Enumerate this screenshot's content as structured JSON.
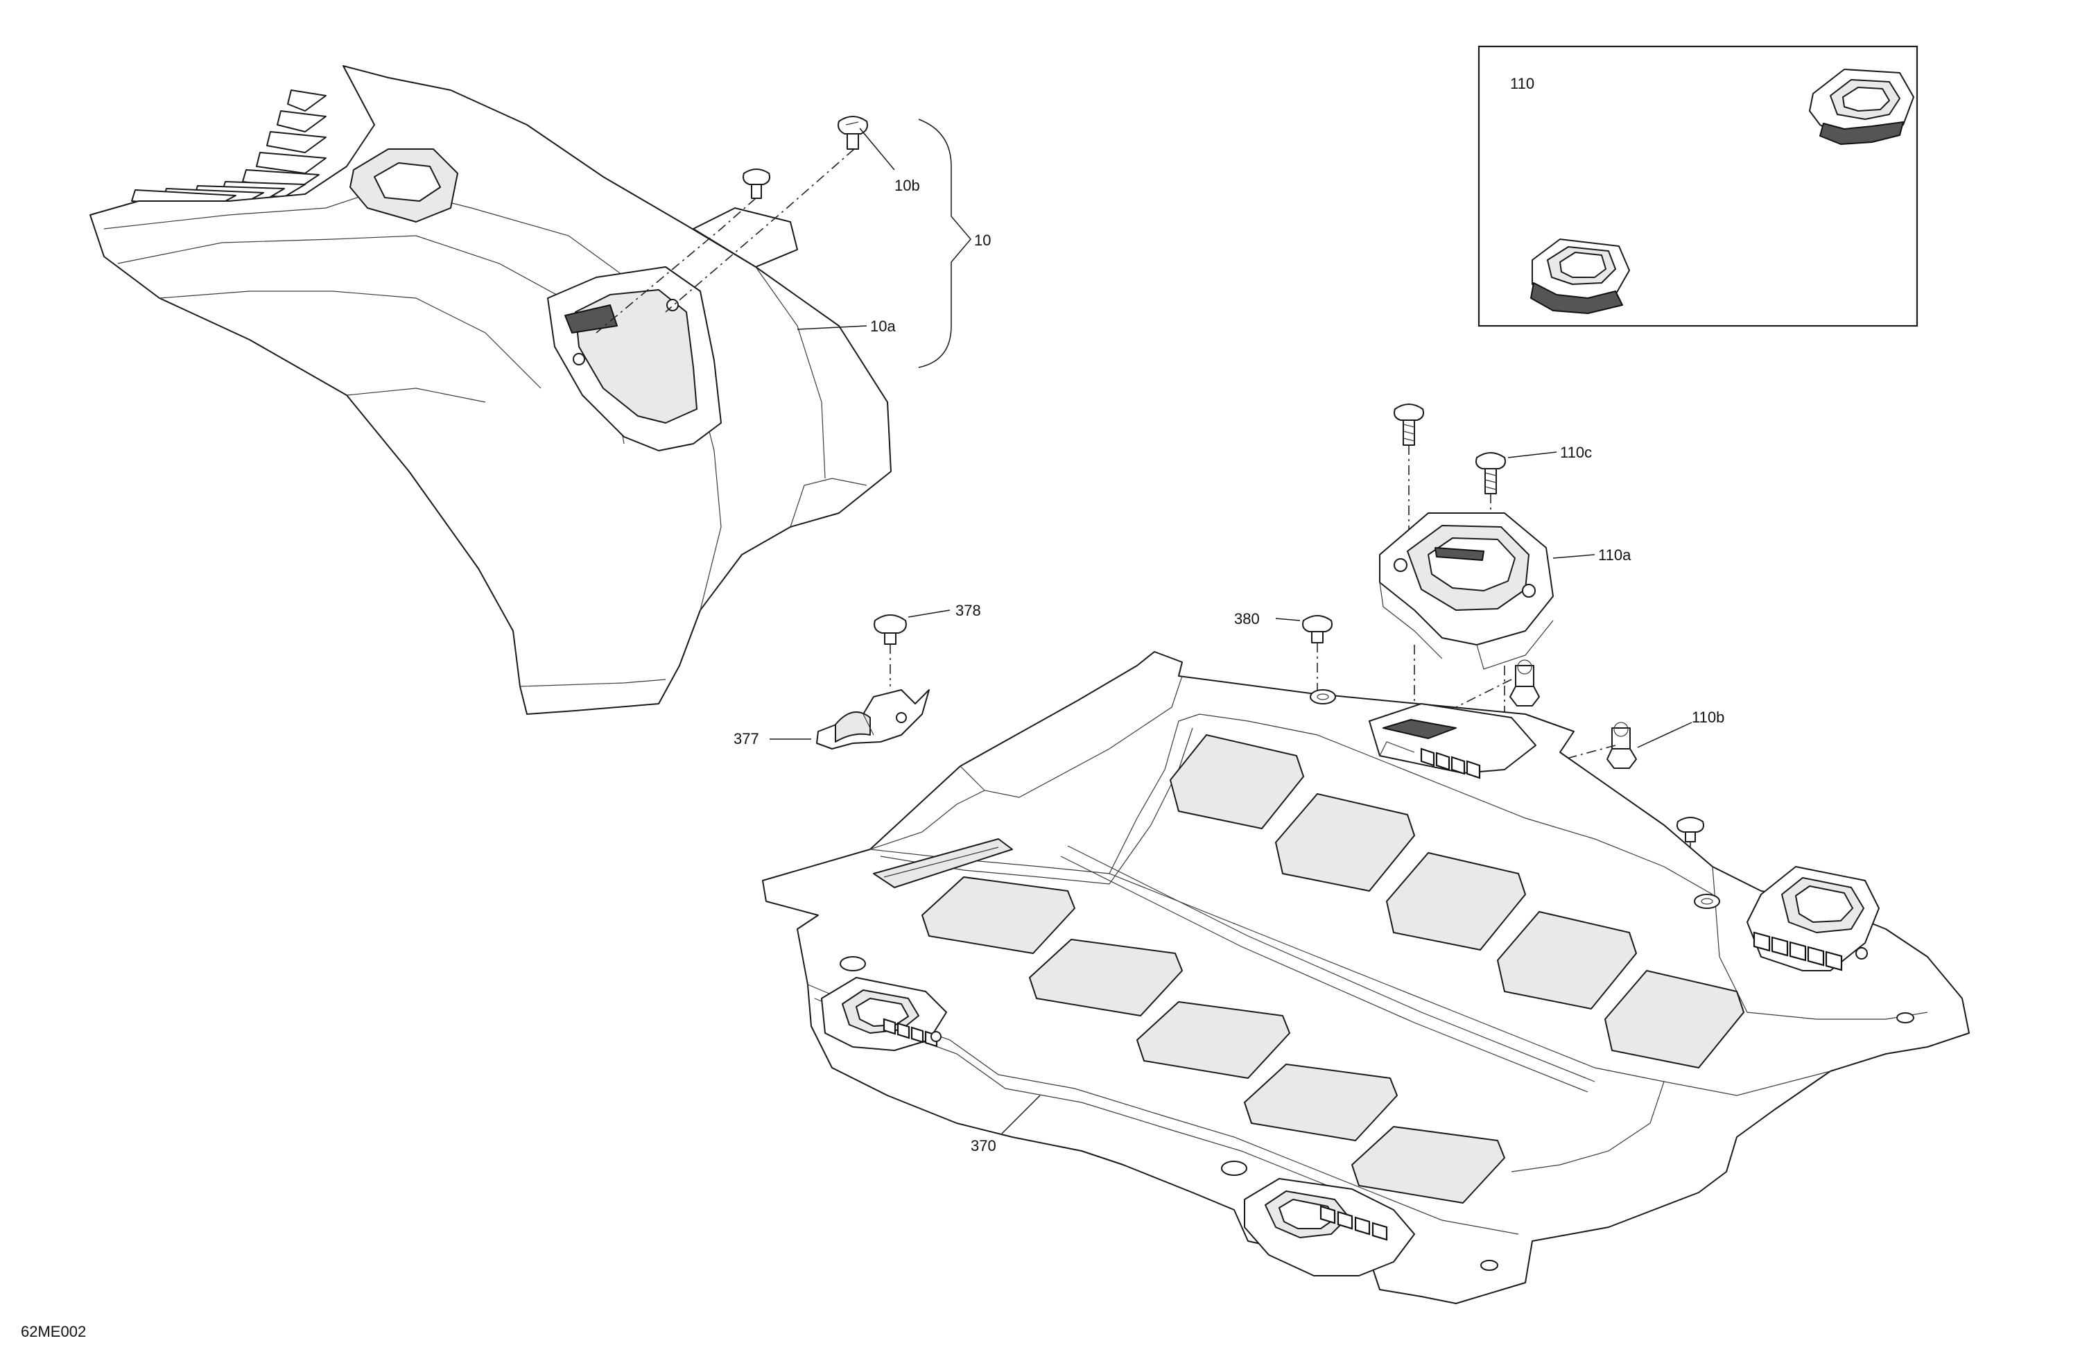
{
  "diagram": {
    "figure_code": "62ME002",
    "callouts": {
      "c10": "10",
      "c10a": "10a",
      "c10b": "10b",
      "c110": "110",
      "c110a": "110a",
      "c110b": "110b",
      "c110c": "110c",
      "c370": "370",
      "c377": "377",
      "c378": "378",
      "c380": "380"
    }
  }
}
